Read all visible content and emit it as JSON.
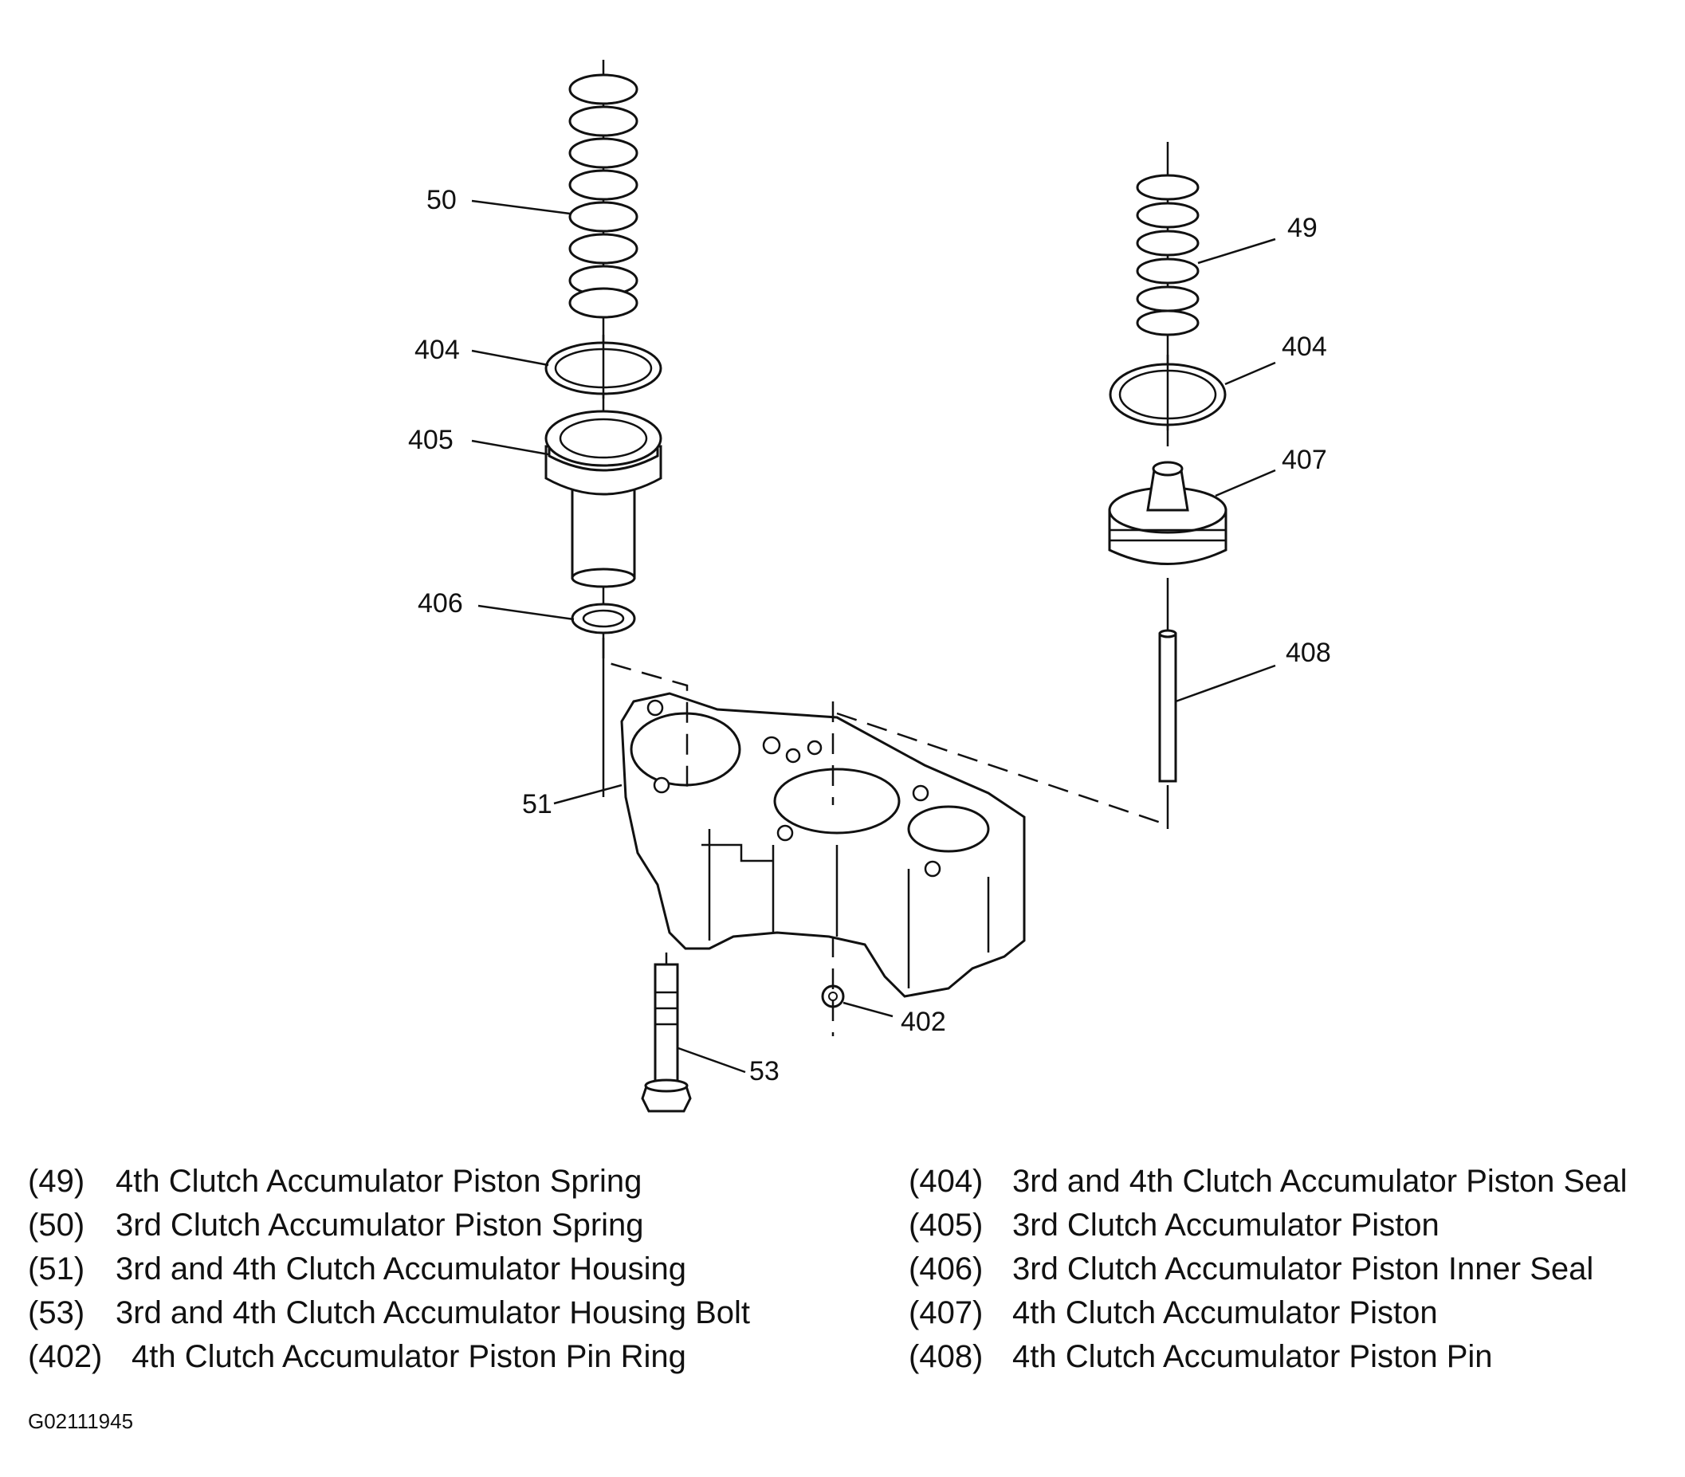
{
  "callouts": {
    "c50": "50",
    "c404a": "404",
    "c405": "405",
    "c406": "406",
    "c49": "49",
    "c404b": "404",
    "c407": "407",
    "c408": "408",
    "c51": "51",
    "c402": "402",
    "c53": "53"
  },
  "legend": {
    "left": [
      {
        "num": "(49)",
        "text": "4th Clutch Accumulator Piston Spring"
      },
      {
        "num": "(50)",
        "text": "3rd Clutch Accumulator Piston Spring"
      },
      {
        "num": "(51)",
        "text": "3rd and 4th Clutch Accumulator Housing"
      },
      {
        "num": "(53)",
        "text": "3rd and 4th Clutch Accumulator Housing Bolt"
      },
      {
        "num": "(402)",
        "text": "4th Clutch Accumulator Piston Pin Ring"
      }
    ],
    "right": [
      {
        "num": "(404)",
        "text": "3rd and 4th Clutch Accumulator Piston Seal"
      },
      {
        "num": "(405)",
        "text": "3rd Clutch Accumulator Piston"
      },
      {
        "num": "(406)",
        "text": "3rd Clutch Accumulator Piston Inner Seal"
      },
      {
        "num": "(407)",
        "text": "4th Clutch Accumulator Piston"
      },
      {
        "num": "(408)",
        "text": "4th Clutch Accumulator Piston Pin"
      }
    ]
  },
  "figure_id": "G02111945"
}
